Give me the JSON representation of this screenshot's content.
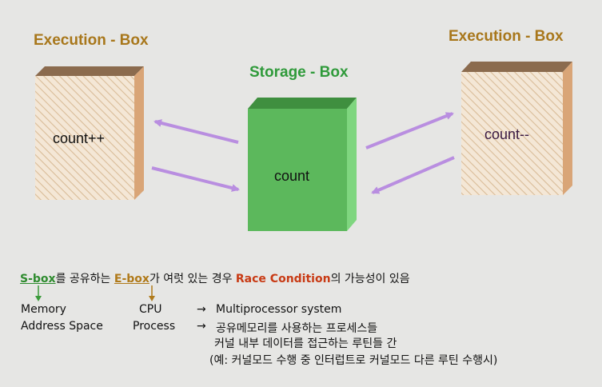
{
  "diagram": {
    "left_box": {
      "title": "Execution - Box",
      "label": "count++"
    },
    "center_box": {
      "title": "Storage - Box",
      "label": "count"
    },
    "right_box": {
      "title": "Execution - Box",
      "label": "count--"
    }
  },
  "notes": {
    "line1": {
      "sbox": "S-box",
      "t1": "를 공유하는 ",
      "ebox": "E-box",
      "t2": "가 여럿 있는 경우 ",
      "race": "Race Condition",
      "t3": "의 가능성이 있음"
    },
    "row1": {
      "left": "Memory",
      "mid": "CPU",
      "arrow": "→",
      "right": "Multiprocessor system"
    },
    "row2": {
      "left": "Address Space",
      "mid": "Process",
      "arrow": "→",
      "right": "공유메모리를 사용하는 프로세스들"
    },
    "row3": "커널 내부 데이터를 접근하는 루틴들 간",
    "row4": "(예: 커널모드 수행 중 인터럽트로 커널모드 다른 루틴 수행시)"
  },
  "colors": {
    "exec_title": "#a8771b",
    "storage_title": "#2f9a3a",
    "arrow": "#b98ee0",
    "storage_box": "#5cb85c",
    "race": "#c83a14"
  }
}
